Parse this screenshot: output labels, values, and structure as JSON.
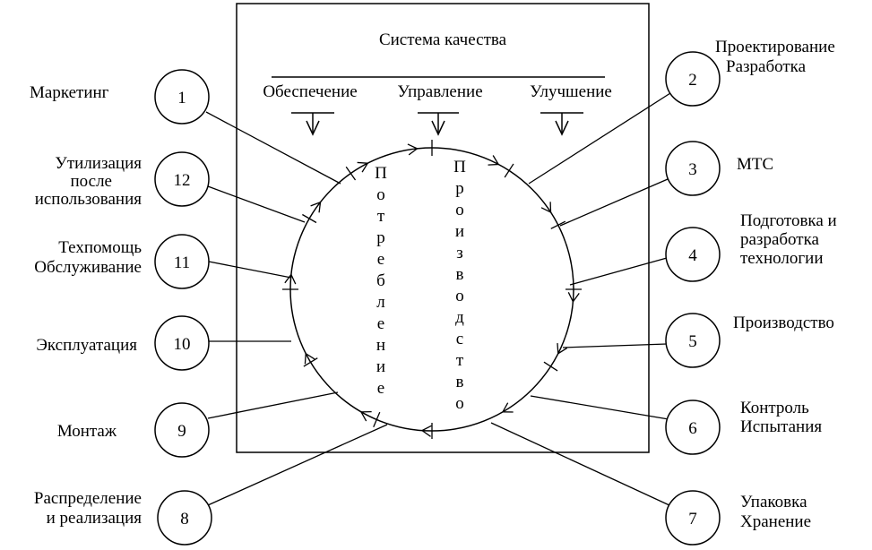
{
  "title": "Система качества",
  "columns": [
    "Обеспечение",
    "Управление",
    "Улучшение"
  ],
  "vertical_left": "Потребление",
  "vertical_right": "Производство",
  "stages": [
    {
      "num": "1",
      "lines": [
        "Маркетинг"
      ]
    },
    {
      "num": "2",
      "lines": [
        "Проектирование",
        "Разработка"
      ]
    },
    {
      "num": "3",
      "lines": [
        "МТС"
      ]
    },
    {
      "num": "4",
      "lines": [
        "Подготовка и",
        "разработка",
        "технологии"
      ]
    },
    {
      "num": "5",
      "lines": [
        "Производство"
      ]
    },
    {
      "num": "6",
      "lines": [
        "Контроль",
        "Испытания"
      ]
    },
    {
      "num": "7",
      "lines": [
        "Упаковка",
        "Хранение"
      ]
    },
    {
      "num": "8",
      "lines": [
        "Распределение",
        "и реализация"
      ]
    },
    {
      "num": "9",
      "lines": [
        "Монтаж"
      ]
    },
    {
      "num": "10",
      "lines": [
        "Эксплуатация"
      ]
    },
    {
      "num": "11",
      "lines": [
        "Техпомощь",
        "Обслуживание"
      ]
    },
    {
      "num": "12",
      "lines": [
        "Утилизация",
        "после",
        "использования"
      ]
    }
  ],
  "colors": {
    "stroke": "#000000",
    "background": "#ffffff"
  }
}
